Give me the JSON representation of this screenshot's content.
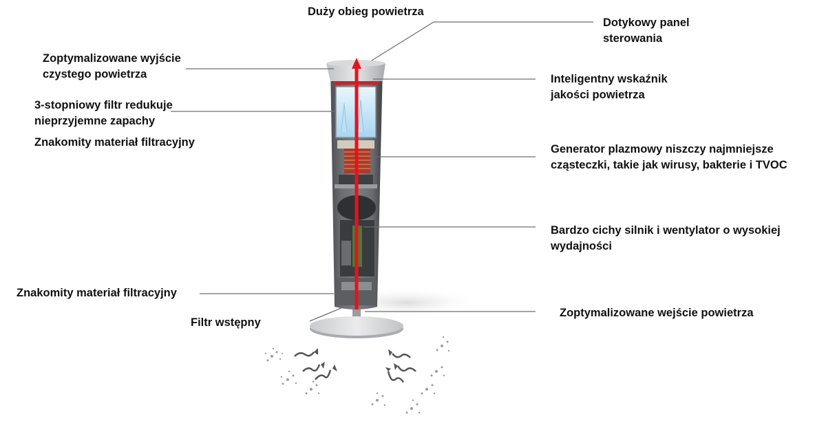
{
  "labels": {
    "duzy_obieg": "Duży obieg powietrza",
    "panel": [
      "Dotykowy panel",
      "sterowania"
    ],
    "wyjscie": [
      "Zoptymalizowane wyjście",
      "czystego powietrza"
    ],
    "filtr_3": [
      "3-stopniowy filtr redukuje",
      "nieprzyjemne zapachy"
    ],
    "material_top": "Znakomity materiał filtracyjny",
    "wskaznik": [
      "Inteligentny wskaźnik",
      "jakości powietrza"
    ],
    "generator": [
      "Generator plazmowy niszczy najmniejsze",
      "cząsteczki, takie jak wirusy, bakterie i TVOC"
    ],
    "silnik": [
      "Bardzo cichy silnik i wentylator o wysokiej",
      "wydajności"
    ],
    "material_bottom": "Znakomity materiał filtracyjny",
    "filtr_wstepny": "Filtr wstępny",
    "wejscie": "Zoptymalizowane wejście powietrza"
  },
  "colors": {
    "airflow_arrow": "#e8121b",
    "leader_line": "#6e6e6e",
    "body": "#5a5c60",
    "filter_blue": "#bfe1f5"
  }
}
